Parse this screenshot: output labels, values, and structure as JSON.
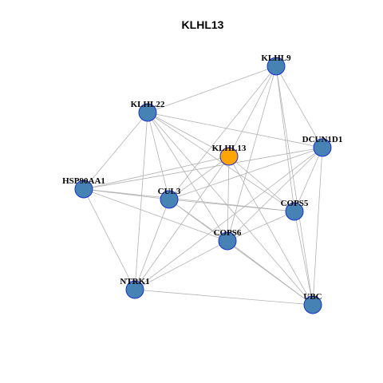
{
  "title": "KLHL13",
  "colors": {
    "query_node": "#FFA500",
    "partner_node": "#4682B4",
    "node_border": "#1A2FD6",
    "edge": "#B3B3B3"
  },
  "nodes": [
    {
      "id": "KLHL9",
      "label": "KLHL9",
      "role": "partner"
    },
    {
      "id": "KLHL22",
      "label": "KLHL22",
      "role": "partner"
    },
    {
      "id": "KLHL13",
      "label": "KLHL13",
      "role": "query"
    },
    {
      "id": "DCUN1D1",
      "label": "DCUN1D1",
      "role": "partner"
    },
    {
      "id": "HSP90AA1",
      "label": "HSP90AA1",
      "role": "partner"
    },
    {
      "id": "CUL3",
      "label": "CUL3",
      "role": "partner"
    },
    {
      "id": "COPS5",
      "label": "COPS5",
      "role": "partner"
    },
    {
      "id": "COPS6",
      "label": "COPS6",
      "role": "partner"
    },
    {
      "id": "NTRK1",
      "label": "NTRK1",
      "role": "partner"
    },
    {
      "id": "UBC",
      "label": "UBC",
      "role": "partner"
    }
  ],
  "edges": [
    [
      "KLHL9",
      "KLHL22"
    ],
    [
      "KLHL9",
      "DCUN1D1"
    ],
    [
      "KLHL9",
      "KLHL13"
    ],
    [
      "KLHL9",
      "CUL3"
    ],
    [
      "KLHL9",
      "COPS6"
    ],
    [
      "KLHL9",
      "COPS5"
    ],
    [
      "KLHL9",
      "UBC"
    ],
    [
      "KLHL22",
      "DCUN1D1"
    ],
    [
      "KLHL22",
      "KLHL13"
    ],
    [
      "KLHL22",
      "HSP90AA1"
    ],
    [
      "KLHL22",
      "CUL3"
    ],
    [
      "KLHL22",
      "COPS6"
    ],
    [
      "KLHL22",
      "COPS5"
    ],
    [
      "KLHL22",
      "NTRK1"
    ],
    [
      "KLHL22",
      "UBC"
    ],
    [
      "KLHL13",
      "HSP90AA1"
    ],
    [
      "KLHL13",
      "CUL3"
    ],
    [
      "KLHL13",
      "COPS6"
    ],
    [
      "KLHL13",
      "COPS5"
    ],
    [
      "KLHL13",
      "NTRK1"
    ],
    [
      "KLHL13",
      "UBC"
    ],
    [
      "DCUN1D1",
      "HSP90AA1"
    ],
    [
      "DCUN1D1",
      "CUL3"
    ],
    [
      "DCUN1D1",
      "COPS6"
    ],
    [
      "DCUN1D1",
      "COPS5"
    ],
    [
      "DCUN1D1",
      "NTRK1"
    ],
    [
      "DCUN1D1",
      "UBC"
    ],
    [
      "HSP90AA1",
      "CUL3"
    ],
    [
      "HSP90AA1",
      "COPS6"
    ],
    [
      "HSP90AA1",
      "COPS5"
    ],
    [
      "HSP90AA1",
      "NTRK1"
    ],
    [
      "CUL3",
      "COPS6"
    ],
    [
      "CUL3",
      "COPS5"
    ],
    [
      "CUL3",
      "NTRK1"
    ],
    [
      "CUL3",
      "UBC"
    ],
    [
      "COPS6",
      "COPS5"
    ],
    [
      "COPS6",
      "NTRK1"
    ],
    [
      "COPS6",
      "UBC"
    ],
    [
      "COPS5",
      "UBC"
    ],
    [
      "NTRK1",
      "UBC"
    ]
  ]
}
